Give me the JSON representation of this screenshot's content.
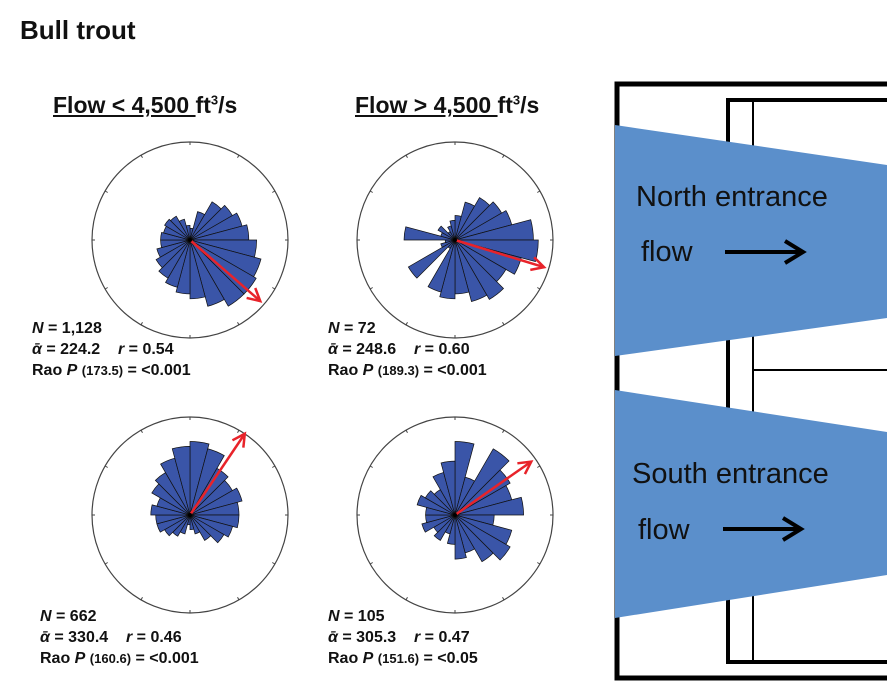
{
  "title": "Bull trout",
  "columns": [
    {
      "heading_underlined": "Flow < 4,500 ",
      "heading_unit": "ft",
      "heading_sup": "3",
      "heading_tail": "/s"
    },
    {
      "heading_underlined": "Flow > 4,500 ",
      "heading_unit": "ft",
      "heading_sup": "3",
      "heading_tail": "/s"
    }
  ],
  "colors": {
    "petal": "#3a55a8",
    "mean_vector": "#e8232a",
    "flow": "#5b8fcb"
  },
  "plots": [
    {
      "N": "1,128",
      "alpha": "224.2",
      "r": "0.54",
      "rao_stat": "173.5",
      "rao_p": "<0.001",
      "mean_vector_bearing_deg": 131,
      "mean_vector_length": 0.95,
      "petals": [
        0.12,
        0.3,
        0.45,
        0.5,
        0.55,
        0.6,
        0.68,
        0.75,
        0.78,
        0.78,
        0.7,
        0.6,
        0.55,
        0.5,
        0.45,
        0.4,
        0.35,
        0.3,
        0.3,
        0.28,
        0.3,
        0.28,
        0.22,
        0.15
      ]
    },
    {
      "N": "72",
      "alpha": "248.6",
      "r": "0.60",
      "rao_stat": "189.3",
      "rao_p": "<0.001",
      "mean_vector_bearing_deg": 107,
      "mean_vector_length": 0.95,
      "petals": [
        0.25,
        0.4,
        0.5,
        0.55,
        0.6,
        0.8,
        0.85,
        0.7,
        0.6,
        0.7,
        0.65,
        0.55,
        0.6,
        0.55,
        0.1,
        0.55,
        0.15,
        0.1,
        0.52,
        0.15,
        0.2,
        0.1,
        0.15,
        0.2
      ]
    },
    {
      "N": "662",
      "alpha": "330.4",
      "r": "0.46",
      "rao_stat": "160.6",
      "rao_p": "<0.001",
      "mean_vector_bearing_deg": 34,
      "mean_vector_length": 1.0,
      "petals": [
        0.75,
        0.7,
        0.55,
        0.5,
        0.55,
        0.5,
        0.5,
        0.45,
        0.4,
        0.3,
        0.2,
        0.15,
        0.1,
        0.2,
        0.25,
        0.3,
        0.35,
        0.35,
        0.4,
        0.35,
        0.45,
        0.5,
        0.6,
        0.7
      ]
    },
    {
      "N": "105",
      "alpha": "305.3",
      "r": "0.47",
      "rao_stat": "151.6",
      "rao_p": "<0.05",
      "mean_vector_bearing_deg": 55,
      "mean_vector_length": 0.95,
      "petals": [
        0.75,
        0.4,
        0.78,
        0.65,
        0.6,
        0.7,
        0.4,
        0.6,
        0.65,
        0.55,
        0.4,
        0.45,
        0.3,
        0.2,
        0.3,
        0.25,
        0.35,
        0.3,
        0.3,
        0.4,
        0.35,
        0.3,
        0.45,
        0.55
      ]
    }
  ],
  "labels": {
    "N": "N",
    "eq": " = ",
    "alpha": "ᾱ",
    "r": "r",
    "rao": "Rao ",
    "P": "P"
  },
  "schematic": {
    "north_line1": "North entrance",
    "north_line2": "flow",
    "south_line1": "South entrance",
    "south_line2": "flow"
  }
}
